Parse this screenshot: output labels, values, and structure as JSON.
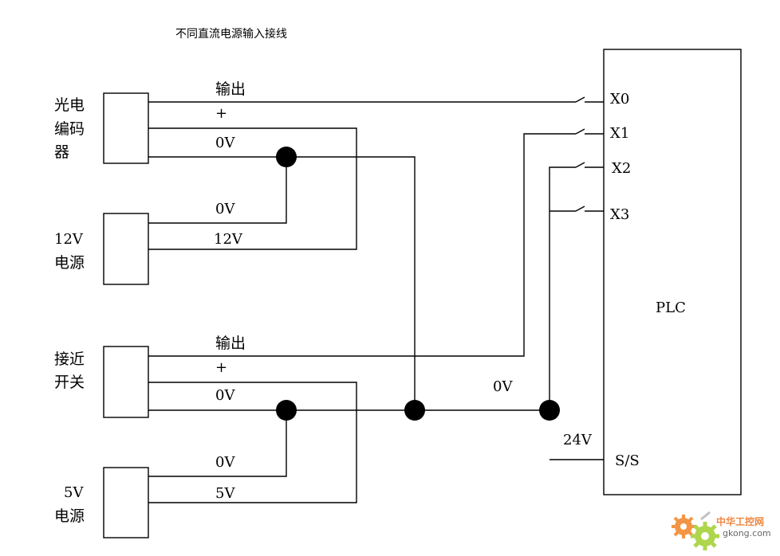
{
  "title": "不同直流电源输入接线",
  "devices": {
    "encoder": {
      "label_lines": [
        "光电",
        "编码",
        "器"
      ]
    },
    "supply_12v": {
      "label_lines": [
        "12V",
        "电源"
      ]
    },
    "proximity_switch": {
      "label_lines": [
        "接近",
        "开关"
      ]
    },
    "supply_5v": {
      "label_lines": [
        "5V",
        "电源"
      ]
    },
    "plc": {
      "label": "PLC"
    }
  },
  "wire_labels": {
    "encoder_output": "输出",
    "encoder_plus": "+",
    "encoder_0v": "0V",
    "supply12_0v": "0V",
    "supply12_12v": "12V",
    "prox_output": "输出",
    "prox_plus": "+",
    "prox_0v": "0V",
    "supply5_0v": "0V",
    "supply5_5v": "5V",
    "common_0v": "0V",
    "supply_24v": "24V"
  },
  "plc_terminals": [
    "X0",
    "X1",
    "X2",
    "X3",
    "S/S"
  ],
  "watermark": {
    "brand": "中华工控网",
    "url": "gkong.com"
  }
}
